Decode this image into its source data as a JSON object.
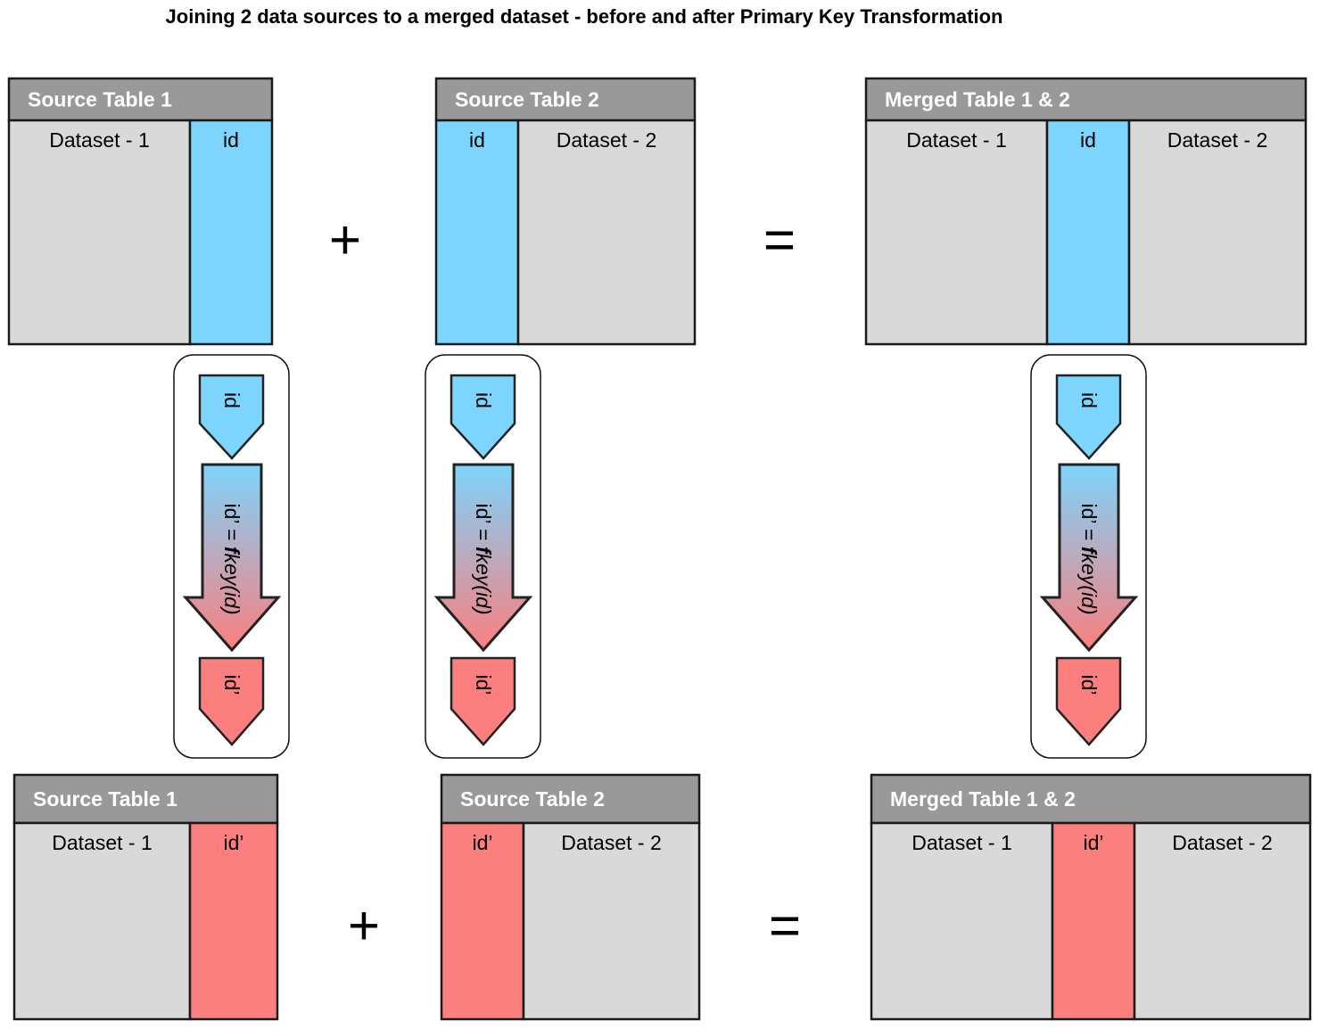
{
  "title": "Joining 2 data sources to a merged dataset - before and after Primary Key Transformation",
  "colors": {
    "header": "#999999",
    "data": "#d9d9d9",
    "id_before": "#7dd4fc",
    "id_after": "#fb7f7e",
    "border": "#1a1a1a"
  },
  "tables": [
    {
      "title": "Source Table 1",
      "columns": [
        {
          "label": "Dataset - 1",
          "kind": "data"
        },
        {
          "label": "id",
          "kind": "id_before"
        }
      ]
    },
    {
      "title": "Source Table 2",
      "columns": [
        {
          "label": "id",
          "kind": "id_before"
        },
        {
          "label": "Dataset - 2",
          "kind": "data"
        }
      ]
    },
    {
      "title": "Merged Table 1 & 2",
      "columns": [
        {
          "label": "Dataset - 1",
          "kind": "data"
        },
        {
          "label": "id",
          "kind": "id_before"
        },
        {
          "label": "Dataset - 2",
          "kind": "data"
        }
      ]
    },
    {
      "title": "Source Table 1",
      "columns": [
        {
          "label": "Dataset - 1",
          "kind": "data"
        },
        {
          "label": "id’",
          "kind": "id_after"
        }
      ]
    },
    {
      "title": "Source Table 2",
      "columns": [
        {
          "label": "id’",
          "kind": "id_after"
        },
        {
          "label": "Dataset - 2",
          "kind": "data"
        }
      ]
    },
    {
      "title": "Merged Table 1 & 2",
      "columns": [
        {
          "label": "Dataset - 1",
          "kind": "data"
        },
        {
          "label": "id’",
          "kind": "id_after"
        },
        {
          "label": "Dataset - 2",
          "kind": "data"
        }
      ]
    }
  ],
  "operators": [
    "+",
    "=",
    "+",
    "="
  ],
  "transform": {
    "input": "id",
    "function_prefix": "id’ = ",
    "function_name": "f",
    "function_rest": "key(id)",
    "output": "id’"
  }
}
